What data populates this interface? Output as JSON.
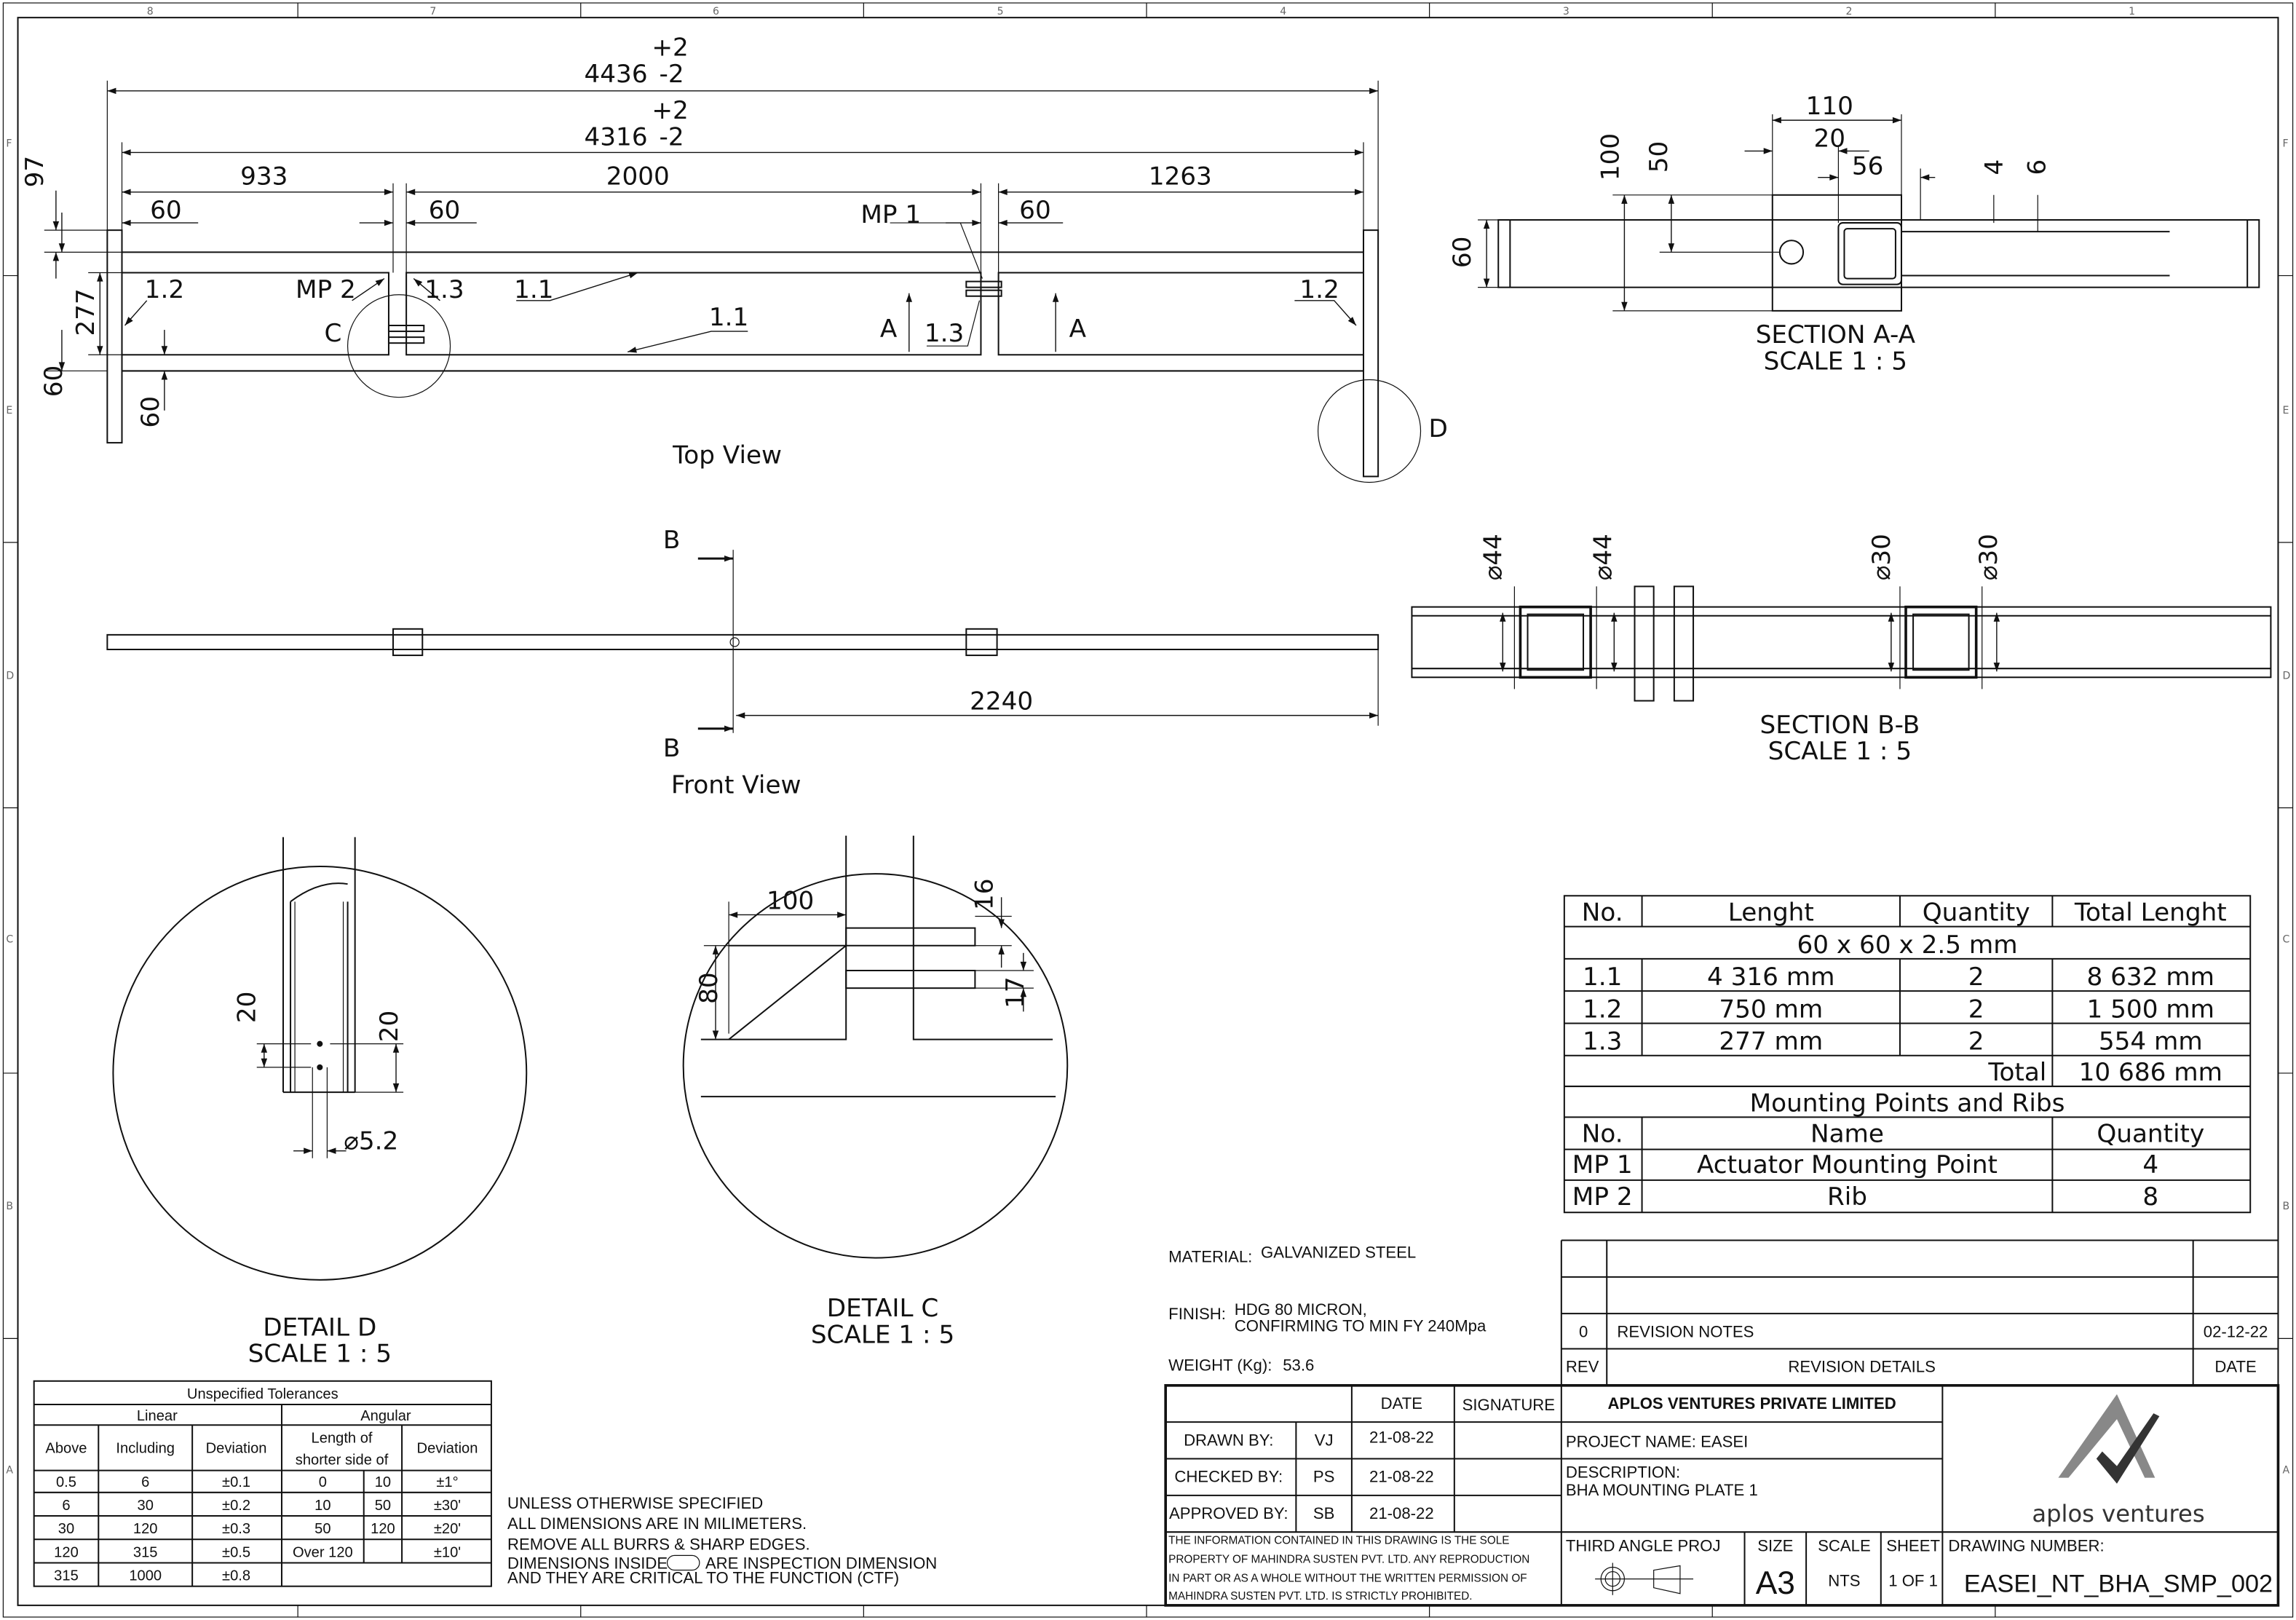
{
  "zones": {
    "columns": [
      "8",
      "7",
      "6",
      "5",
      "4",
      "3",
      "2",
      "1"
    ],
    "rows": [
      "F",
      "E",
      "D",
      "C",
      "B",
      "A"
    ]
  },
  "top_view": {
    "title": "Top View",
    "overall_length": "4436",
    "overall_tol_upper": "+2",
    "overall_tol_lower": "-2",
    "inner_length": "4316",
    "inner_tol_upper": "+2",
    "inner_tol_lower": "-2",
    "seg_left": "933",
    "seg_mid": "2000",
    "seg_right": "1263",
    "gap_60_a": "60",
    "gap_60_b": "60",
    "gap_60_c": "60",
    "dim_97": "97",
    "dim_277": "277",
    "dim_60_left": "60",
    "dim_60_inner": "60",
    "mp1": "MP 1",
    "mp2": "MP 2",
    "labels": {
      "l12a": "1.2",
      "l13a": "1.3",
      "l11a": "1.1",
      "l11b": "1.1",
      "l13b": "1.3",
      "l12b": "1.2",
      "sec_a1": "A",
      "sec_a2": "A",
      "detail_c": "C",
      "detail_d": "D"
    }
  },
  "front_view": {
    "title": "Front View",
    "section_b1": "B",
    "section_b2": "B",
    "dim_2240": "2240"
  },
  "section_aa": {
    "title": "SECTION A-A",
    "scale": "SCALE 1 : 5",
    "d110": "110",
    "d20": "20",
    "d56": "56",
    "d100": "100",
    "d50": "50",
    "d60": "60",
    "d4": "4",
    "d6": "6"
  },
  "section_bb": {
    "title": "SECTION B-B",
    "scale": "SCALE 1 : 5",
    "dia44a": "⌀44",
    "dia44b": "⌀44",
    "dia30a": "⌀30",
    "dia30b": "⌀30"
  },
  "detail_d": {
    "title": "DETAIL D",
    "scale": "SCALE 1 : 5",
    "d20a": "20",
    "d20b": "20",
    "dia": "⌀5.2"
  },
  "detail_c": {
    "title": "DETAIL C",
    "scale": "SCALE 1 : 5",
    "d100": "100",
    "d80": "80",
    "d16": "16",
    "d17": "17"
  },
  "parts_table": {
    "headers": [
      "No.",
      "Lenght",
      "Quantity",
      "Total Lenght"
    ],
    "profile": "60 x 60 x 2.5 mm",
    "rows": [
      [
        "1.1",
        "4 316 mm",
        "2",
        "8 632 mm"
      ],
      [
        "1.2",
        "750 mm",
        "2",
        "1 500 mm"
      ],
      [
        "1.3",
        "277 mm",
        "2",
        "554 mm"
      ]
    ],
    "total_label": "Total",
    "total_value": "10 686 mm",
    "mounting_title": "Mounting Points and Ribs",
    "mounting_headers": [
      "No.",
      "Name",
      "Quantity"
    ],
    "mounting_rows": [
      [
        "MP 1",
        "Actuator Mounting Point",
        "4"
      ],
      [
        "MP 2",
        "Rib",
        "8"
      ]
    ]
  },
  "tolerances": {
    "title": "Unspecified Tolerances",
    "linear": "Linear",
    "angular": "Angular",
    "headers": [
      "Above",
      "Including",
      "Deviation",
      "Length of",
      "shorter side of",
      "Deviation"
    ],
    "rows": [
      [
        "0.5",
        "6",
        "±0.1",
        "0",
        "10",
        "±1°"
      ],
      [
        "6",
        "30",
        "±0.2",
        "10",
        "50",
        "±30'"
      ],
      [
        "30",
        "120",
        "±0.3",
        "50",
        "120",
        "±20'"
      ],
      [
        "120",
        "315",
        "±0.5",
        "Over 120",
        "",
        "±10'"
      ],
      [
        "315",
        "1000",
        "±0.8",
        "",
        "",
        ""
      ]
    ]
  },
  "notes": [
    "UNLESS OTHERWISE SPECIFIED",
    "ALL DIMENSIONS ARE IN MILIMETERS.",
    "REMOVE ALL BURRS & SHARP EDGES.",
    "DIMENSIONS INSIDE",
    "ARE INSPECTION DIMENSION",
    "AND THEY ARE CRITICAL TO THE FUNCTION (CTF)"
  ],
  "material": {
    "label": "MATERIAL:",
    "value": "GALVANIZED STEEL"
  },
  "finish": {
    "label": "FINISH:",
    "line1": "HDG 80 MICRON,",
    "line2": "CONFIRMING TO MIN FY 240Mpa"
  },
  "weight": {
    "label": "WEIGHT (Kg):",
    "value": "53.6"
  },
  "revisions": {
    "rev": "0",
    "notes": "REVISION NOTES",
    "date": "02-12-22",
    "h_rev": "REV",
    "h_details": "REVISION DETAILS",
    "h_date": "DATE"
  },
  "title_block": {
    "h_date": "DATE",
    "h_signature": "SIGNATURE",
    "drawn_label": "DRAWN BY:",
    "drawn_by": "VJ",
    "drawn_date": "21-08-22",
    "checked_label": "CHECKED BY:",
    "checked_by": "PS",
    "checked_date": "21-08-22",
    "approved_label": "APPROVED BY:",
    "approved_by": "SB",
    "approved_date": "21-08-22",
    "company": "APLOS VENTURES PRIVATE LIMITED",
    "project": "PROJECT NAME: EASEI",
    "description_label": "DESCRIPTION:",
    "description": "BHA MOUNTING PLATE 1",
    "notice": [
      "THE INFORMATION CONTAINED IN THIS DRAWING IS THE SOLE",
      "PROPERTY OF MAHINDRA SUSTEN PVT. LTD.  ANY REPRODUCTION",
      "IN PART OR AS A WHOLE WITHOUT THE WRITTEN PERMISSION OF",
      "MAHINDRA SUSTEN PVT. LTD. IS STRICTLY PROHIBITED."
    ],
    "projection": "THIRD ANGLE PROJ",
    "size_label": "SIZE",
    "size": "A3",
    "scale_label": "SCALE",
    "scale": "NTS",
    "sheet_label": "SHEET",
    "sheet": "1 OF 1",
    "drawing_number_label": "DRAWING NUMBER:",
    "drawing_number": "EASEI_NT_BHA_SMP_002",
    "logo_text": "aplos ventures"
  }
}
